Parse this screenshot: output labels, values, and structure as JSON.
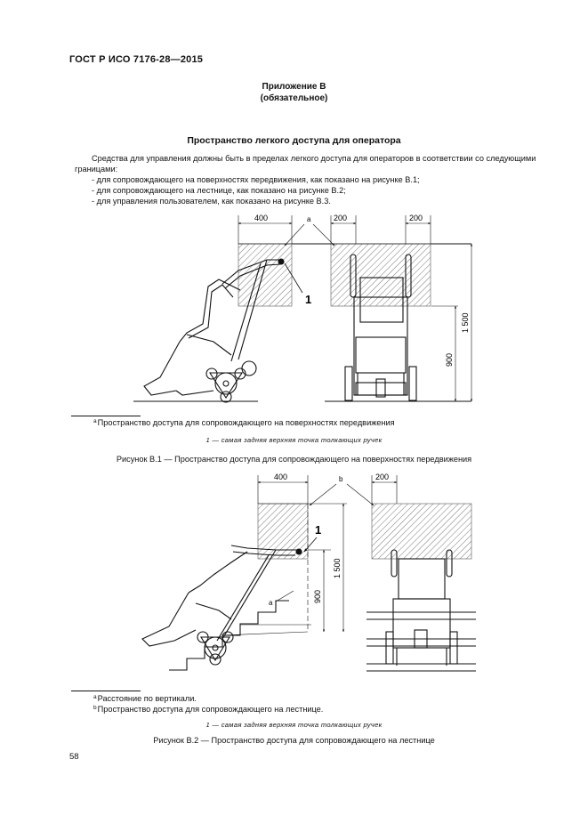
{
  "header": {
    "standard": "ГОСТ Р ИСО 7176-28—2015"
  },
  "annex": {
    "title": "Приложение В",
    "status": "(обязательное)"
  },
  "section": {
    "title": "Пространство легкого доступа для оператора"
  },
  "intro": {
    "paragraph": "Средства для управления должны быть в пределах легкого доступа для операторов в соответствии со сле­дующими границами:",
    "items": [
      "- для сопровождающего на поверхностях передвижения, как показано на рисунке В.1;",
      "- для сопровождающего на лестнице, как показано на рисунке В.2;",
      "- для управления пользователем, как показано на рисунке В.3."
    ]
  },
  "figure1": {
    "dims": {
      "left_width": "400",
      "right_left": "200",
      "right_right": "200",
      "height_total": "1 500",
      "height_lower": "900"
    },
    "callout_letter": "a",
    "callout_number": "1",
    "footnote_letter": "a",
    "footnote": "Пространство доступа для сопровождающего на поверхностях передвижения",
    "note": "1 — самая задняя верхняя точка толкающих ручек",
    "caption": "Рисунок В.1 — Пространство доступа для сопровождающего на поверхностях передвижения"
  },
  "figure2": {
    "dims": {
      "left_width": "400",
      "right_width": "200",
      "height_total": "1 500",
      "height_lower": "900"
    },
    "callout_letter_b": "b",
    "callout_letter_a": "a",
    "callout_number": "1",
    "footnotes": [
      {
        "letter": "a",
        "text": "Расстояние по вертикали."
      },
      {
        "letter": "b",
        "text": "Пространство доступа для сопровождающего на лестнице."
      }
    ],
    "note": "1 — самая задняя верхняя точка толкающих ручек",
    "caption": "Рисунок В.2 — Пространство доступа для сопровождающего на лестнице"
  },
  "footer": {
    "page_number": "58"
  }
}
